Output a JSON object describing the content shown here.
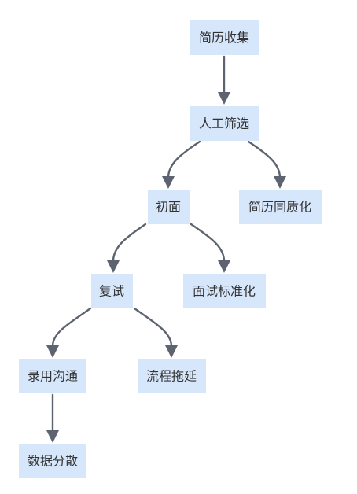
{
  "nodes": {
    "resume_collection": "简历收集",
    "manual_screening": "人工筛选",
    "first_interview": "初面",
    "resume_homogenization": "简历同质化",
    "second_interview": "复试",
    "interview_standardization": "面试标准化",
    "hiring_communication": "录用沟通",
    "process_delay": "流程拖延",
    "data_scattering": "数据分散"
  },
  "colors": {
    "node_fill": "#d6e6fb",
    "node_text": "#333333",
    "edge": "#5d6470",
    "background": "#ffffff"
  }
}
